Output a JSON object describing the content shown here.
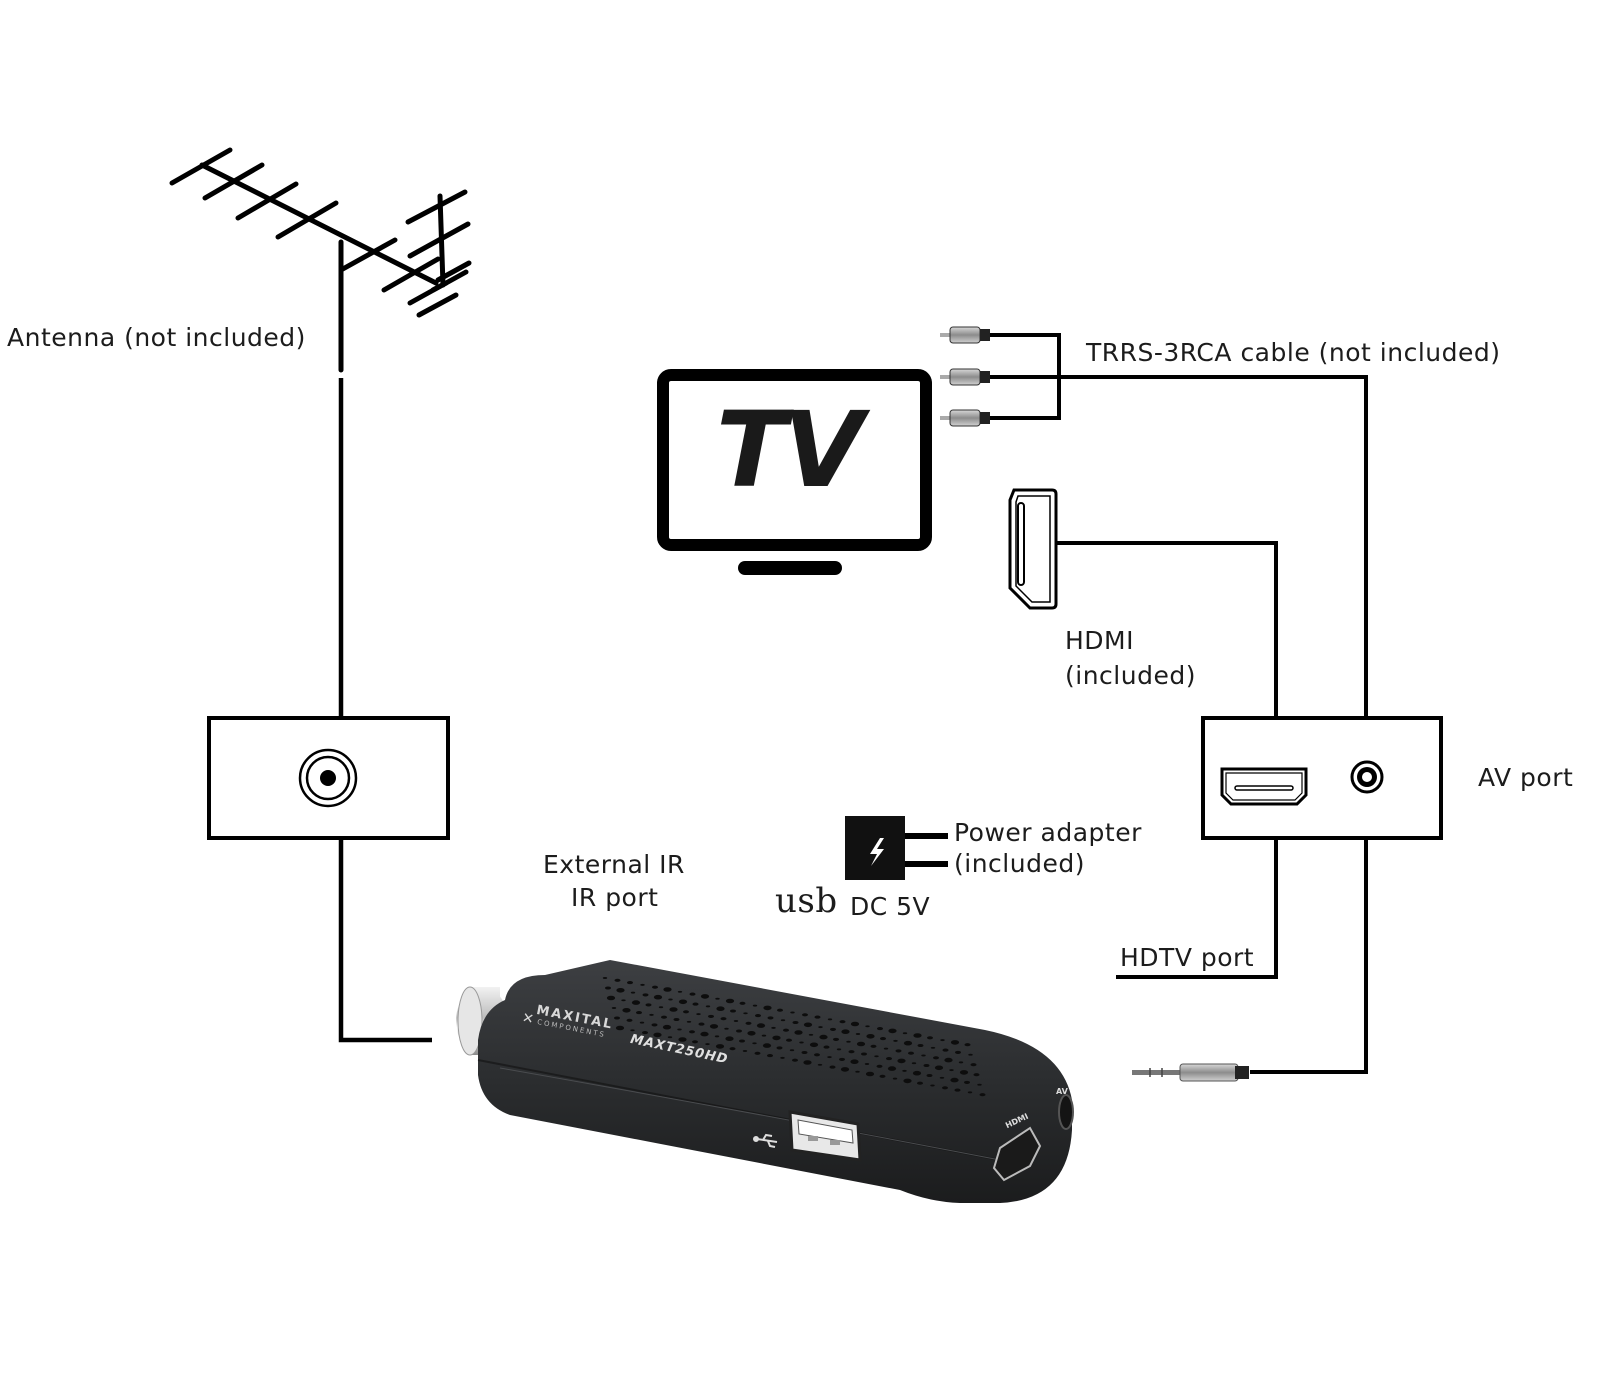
{
  "diagram": {
    "title": "",
    "labels": {
      "antenna": "Antenna (not included)",
      "trrs_cable": "TRRS-3RCA cable (not included)",
      "tv_text": "TV",
      "hdmi_cable_line1": "HDMI",
      "hdmi_cable_line2": "(included)",
      "av_port": "AV port",
      "power_adapter_line1": "Power adapter",
      "power_adapter_line2": "(included)",
      "usb_word": "usb",
      "dc_5v": "DC 5V",
      "external_ir_line1": "External IR",
      "external_ir_line2": "IR port",
      "hdtv_port": "HDTV port"
    },
    "device": {
      "brand": "MAXITAL",
      "brand_sub": "COMPONENTS",
      "model": "MAXT250HD",
      "port_labels": {
        "hdmi": "HDMI",
        "av": "AV"
      }
    },
    "icons": [
      "antenna-icon",
      "tv-icon",
      "rca-plug-icon",
      "hdmi-connector-icon",
      "coax-port-icon",
      "hdmi-port-icon",
      "av-jack-icon",
      "power-adapter-icon",
      "lightning-icon",
      "audio-jack-plug-icon",
      "usb-symbol-icon"
    ],
    "colors": {
      "line": "#000000",
      "device_body": "#2f3133",
      "adapter": "#111111",
      "background": "#ffffff"
    }
  }
}
